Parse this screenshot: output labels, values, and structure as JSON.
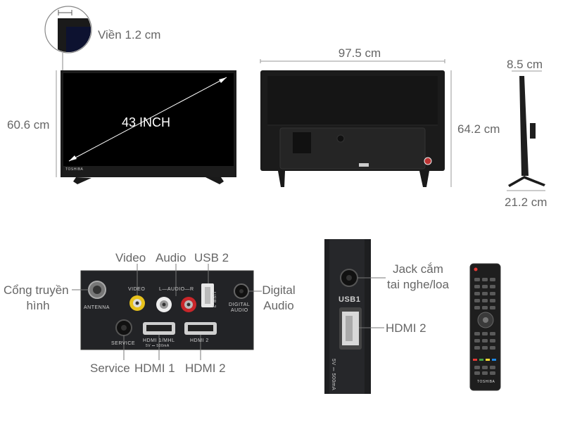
{
  "bezel": {
    "label": "Viền 1.2 cm"
  },
  "front": {
    "screen_size": "43 INCH",
    "height": "60.6 cm",
    "brand": "TOSHIBA"
  },
  "back": {
    "width": "97.5 cm",
    "height": "64.2 cm"
  },
  "side": {
    "depth_top": "8.5 cm",
    "depth_bottom": "21.2 cm"
  },
  "ports_panel": {
    "callouts": {
      "antenna": [
        "Cổng truyền",
        "hình"
      ],
      "video": "Video",
      "audio": "Audio",
      "usb2": "USB 2",
      "digital_audio": [
        "Digital",
        "Audio"
      ],
      "service": "Service",
      "hdmi1": "HDMI 1",
      "hdmi2": "HDMI 2"
    },
    "printed": {
      "antenna": "ANTENNA",
      "video": "VIDEO",
      "audio": "L—AUDIO—R",
      "usb": "USB 2",
      "digital_audio": [
        "DIGITAL",
        "AUDIO"
      ],
      "service": "SERVICE",
      "hdmi1": "HDMI 1/MHL",
      "hdmi1_sub": "5V ⎓ 500mA",
      "hdmi2": "HDMI 2"
    }
  },
  "side_panel": {
    "callouts": {
      "jack": [
        "Jack cắm",
        "tai nghe/loa"
      ],
      "hdmi2": "HDMI 2"
    },
    "printed": {
      "usb": "USB1",
      "rating": "5V ⎓ 500mA"
    }
  },
  "remote": {
    "brand": "TOSHIBA"
  },
  "colors": {
    "accent_red": "#d32f2f",
    "remote_red": "#e53935",
    "remote_green": "#43a047",
    "remote_yellow": "#fdd835",
    "remote_blue": "#1e88e5"
  }
}
